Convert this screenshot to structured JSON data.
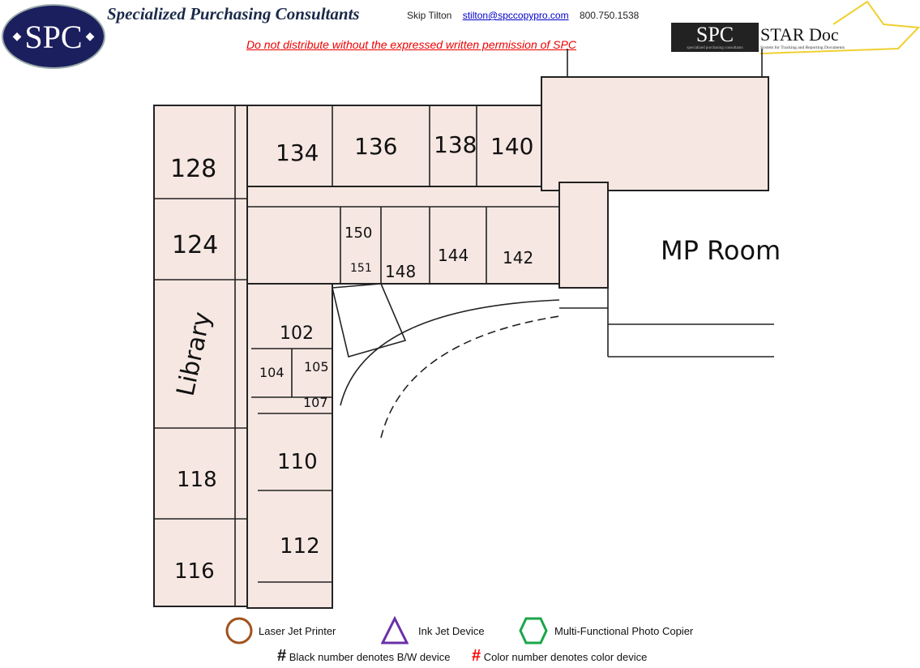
{
  "header": {
    "logo_text": "SPC",
    "company": "Specialized Purchasing Consultants",
    "contact_name": "Skip Tilton",
    "contact_email": "stilton@spccopypro.com",
    "contact_phone": "800.750.1538",
    "notice": "Do not distribute without the expressed written permission of SPC",
    "star_logo": {
      "spc": "SPC",
      "spc_sub": "specialized purchasing consultants",
      "title": "STAR Doc",
      "subtitle": "System for Tracking and Reporting Documents"
    }
  },
  "floor_plan": {
    "rooms": [
      "128",
      "124",
      "Library",
      "134",
      "136",
      "138",
      "140",
      "150",
      "151",
      "148",
      "144",
      "142",
      "102",
      "104",
      "105",
      "107",
      "110",
      "118",
      "116",
      "112",
      "MP Room"
    ]
  },
  "legend": {
    "items": [
      {
        "shape": "circle",
        "label": "Laser Jet Printer",
        "color": "#a0521d"
      },
      {
        "shape": "triangle",
        "label": "Ink Jet Device",
        "color": "#6a2fa8"
      },
      {
        "shape": "hexagon",
        "label": "Multi-Functional Photo Copier",
        "color": "#1aa64a"
      }
    ],
    "bw_symbol": "#",
    "bw_note": "Black number denotes B/W device",
    "color_symbol": "#",
    "color_note": "Color number denotes color device",
    "color_note_color": "#ff0000"
  }
}
